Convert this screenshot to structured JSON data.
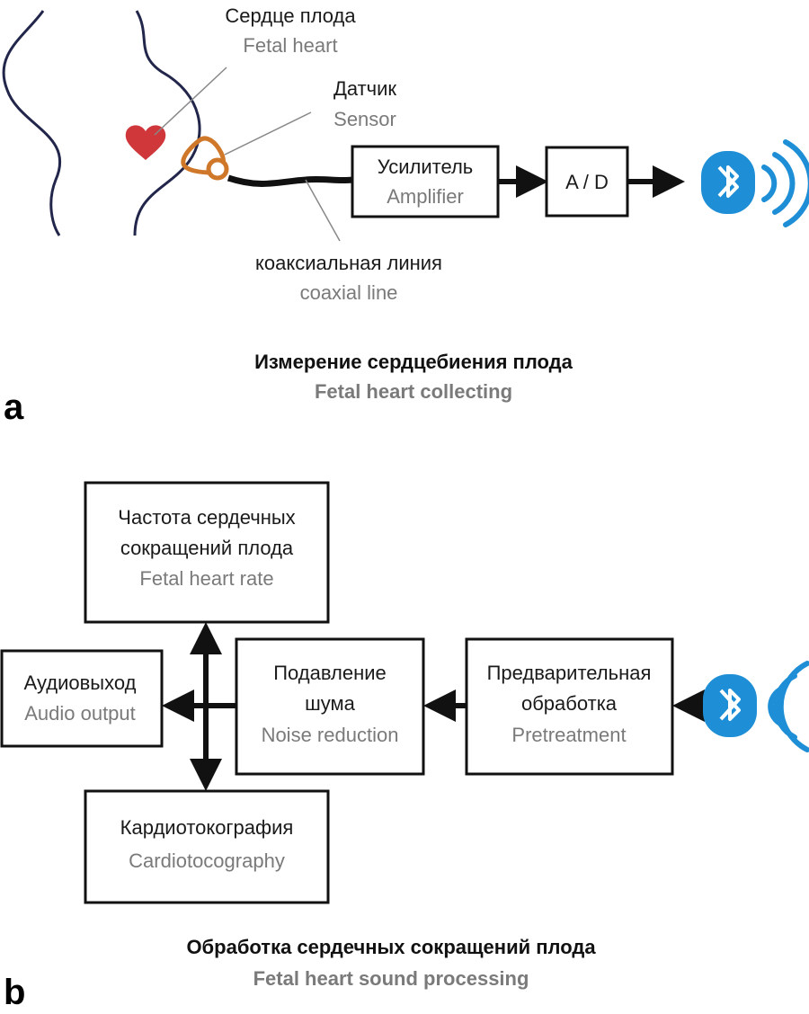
{
  "colors": {
    "body_outline": "#22264a",
    "heart": "#d0373b",
    "sensor": "#d0782a",
    "bluetooth": "#1e8fd6",
    "text_ru": "#1a1a1a",
    "text_en": "#7a7a7a"
  },
  "panel_a": {
    "label": "a",
    "fetal_heart": {
      "ru": "Сердце плода",
      "en": "Fetal heart",
      "icon": "heart-icon"
    },
    "sensor": {
      "ru": "Датчик",
      "en": "Sensor"
    },
    "coaxial_line": {
      "ru": "коаксиальная линия",
      "en": "coaxial line"
    },
    "amplifier": {
      "ru": "Усилитель",
      "en": "Amplifier"
    },
    "ad": {
      "label": "A / D"
    },
    "bluetooth_icon": "bluetooth-icon",
    "caption": {
      "ru": "Измерение сердцебиения плода",
      "en": "Fetal heart collecting"
    }
  },
  "panel_b": {
    "label": "b",
    "heart_rate": {
      "ru_line1": "Частота сердечных",
      "ru_line2": "сокращений плода",
      "en": "Fetal heart rate"
    },
    "audio_output": {
      "ru": "Аудиовыход",
      "en": "Audio output"
    },
    "noise_reduction": {
      "ru_line1": "Подавление",
      "ru_line2": "шума",
      "en": "Noise reduction"
    },
    "pretreatment": {
      "ru_line1": "Предварительная",
      "ru_line2": "обработка",
      "en": "Pretreatment"
    },
    "cardiotocography": {
      "ru": "Кардиотокография",
      "en": "Cardiotocography"
    },
    "bluetooth_icon": "bluetooth-icon",
    "caption": {
      "ru": "Обработка сердечных сокращений плода",
      "en": "Fetal heart sound processing"
    }
  }
}
